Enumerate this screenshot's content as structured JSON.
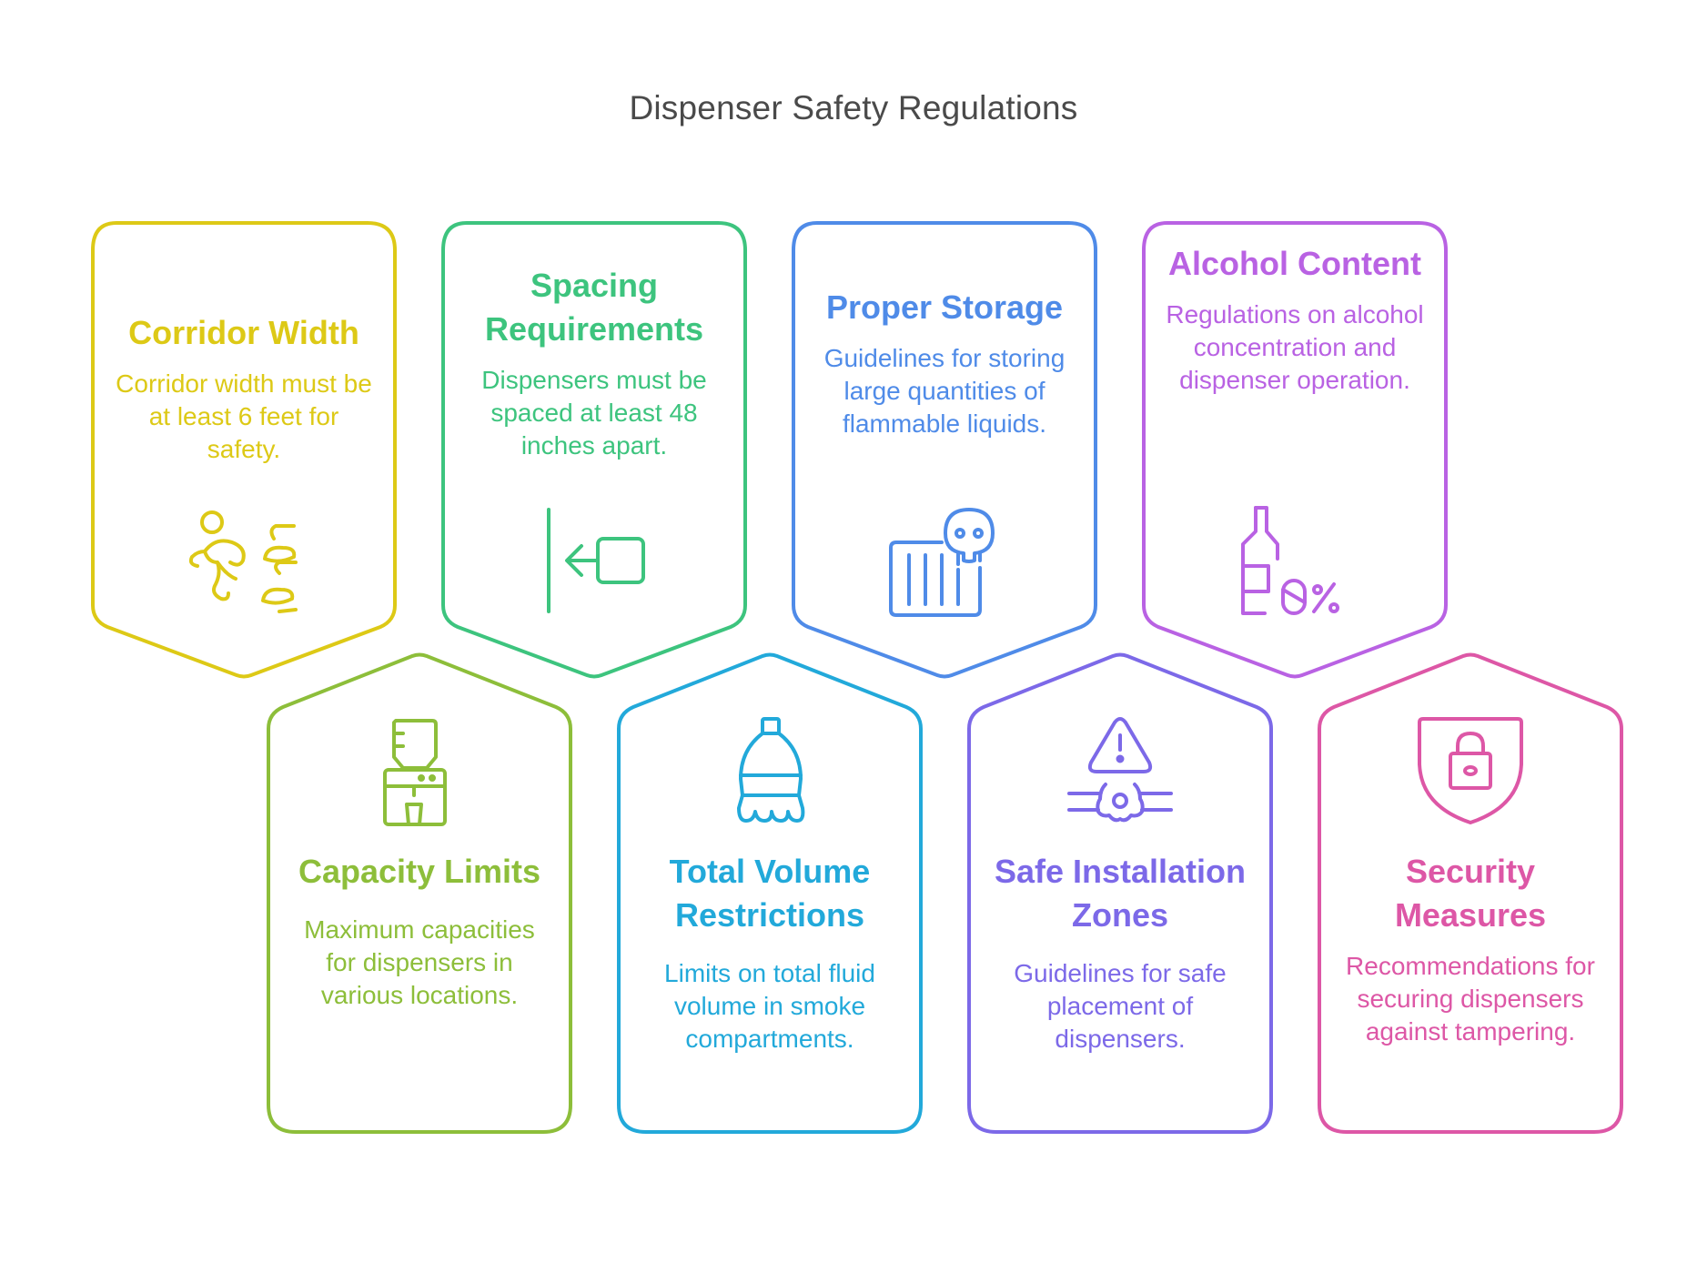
{
  "title": "Dispenser Safety Regulations",
  "top_row": [
    {
      "heading": "Corridor Width",
      "description": "Corridor width must be at least 6 feet for safety.",
      "icon": "running-person-fire-icon",
      "color": "#DDC916"
    },
    {
      "heading": "Spacing Requirements",
      "description": "Dispensers must be spaced at least 48 inches apart.",
      "icon": "spacing-arrow-icon",
      "color": "#3DC47E"
    },
    {
      "heading": "Proper Storage",
      "description": "Guidelines for storing large quantities of flammable liquids.",
      "icon": "toxic-storage-skull-icon",
      "color": "#4F8BE8"
    },
    {
      "heading": "Alcohol Content",
      "description": "Regulations on alcohol concentration and dispenser operation.",
      "icon": "bottle-zero-percent-icon",
      "color": "#B962E3"
    }
  ],
  "bottom_row": [
    {
      "heading": "Capacity Limits",
      "description": "Maximum capacities for dispensers in various locations.",
      "icon": "water-cooler-icon",
      "color": "#8DBE3A"
    },
    {
      "heading": "Total Volume Restrictions",
      "description": "Limits on total fluid volume in smoke compartments.",
      "icon": "bottle-icon",
      "color": "#22A9DA"
    },
    {
      "heading": "Safe Installation Zones",
      "description": "Guidelines for safe placement of dispensers.",
      "icon": "warning-pipe-leak-icon",
      "color": "#7C69E8"
    },
    {
      "heading": "Security Measures",
      "description": "Recommendations for securing dispensers against tampering.",
      "icon": "shield-lock-icon",
      "color": "#DD57A6"
    }
  ]
}
